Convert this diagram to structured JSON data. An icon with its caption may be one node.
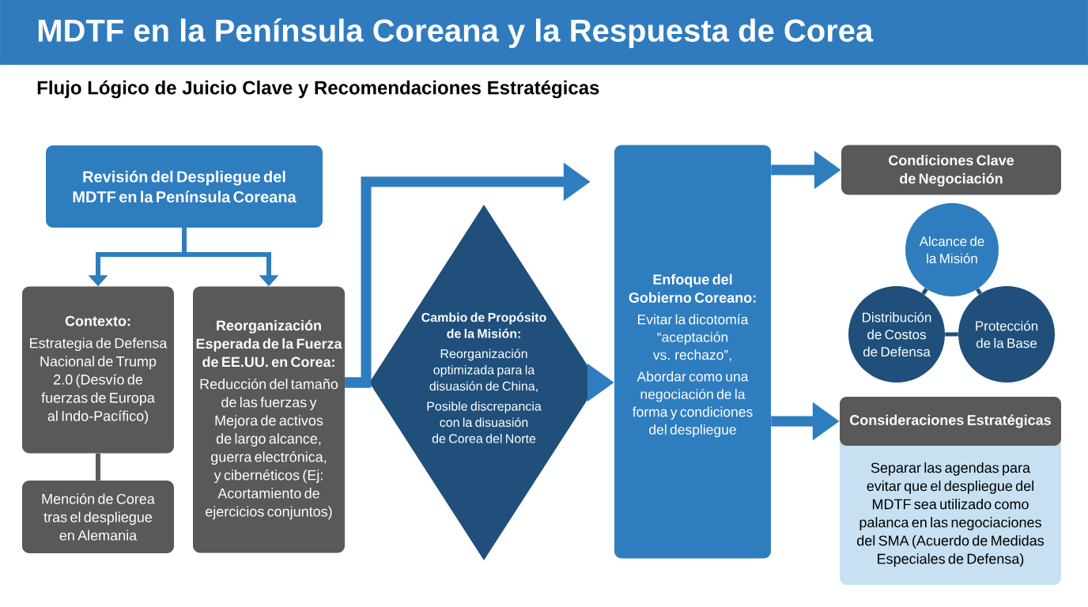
{
  "diagram": {
    "title": "MDTF en la Península Coreana y la Respuesta de Corea",
    "nodes": [
      {
        "text": [
          "Revisión del Despliegue del MDTF en la Península Coreana"
        ]
      },
      {
        "text": [
          "Contexto:",
          "Estrategia de Defensa Nacional de Trump 2.0 (Desvío de fuerzas de Europa al Indo-Pacífico)"
        ]
      },
      {
        "text": [
          "Mención de Corea tras el despliegue en Alemania"
        ]
      },
      {
        "text": [
          "Reorganización Esperada de la Fuerza de EE.UU. en Corea:",
          "Reducción del tamaño de las fuerzas y Mejora de activos de largo alcance, guerra electrónica, y cibernéticos (Ej: Acortamiento de ejercicios conjuntos)"
        ]
      },
      {
        "text": [
          "Cambio de Propósito de la Misión:",
          "Reorganización optimizada para la disuasión de China,",
          "Posible discrepancia con la disuasión de Corea del Norte"
        ]
      },
      {
        "text": [
          "Enfoque del Gobierno Coreano:",
          "Evitar la dicotomía “aceptación vs. rechazo”,",
          "Abordar como una negociación de la forma y condiciones del despliegue"
        ]
      },
      {
        "text": [
          "Condiciones Clave de Negociación"
        ]
      },
      {
        "text": [
          "Alcance de la Misión"
        ]
      },
      {
        "text": [
          "Distribución de Costos de Defensa"
        ]
      },
      {
        "text": [
          "Protección de la Base"
        ]
      },
      {
        "text": [
          "Consideraciones Estratégicas",
          "Separar las agendas para evitar que el despliegue del MDTF sea utilizado como palanca en las negociaciones del SMA (Acuerdo de Medidas Especiales de Defensa)"
        ]
      }
    ],
    "edges": [
      {
        "from": 0,
        "to": 1,
        "arrow": "to"
      },
      {
        "from": 0,
        "to": 3,
        "arrow": "to"
      },
      {
        "from": 1,
        "to": 2,
        "arrow": "none",
        "color": "#595959"
      },
      {
        "from": 3,
        "to": 5,
        "arrow": "to",
        "style": "thick"
      },
      {
        "from": 3,
        "to": 4,
        "arrow": "none",
        "style": "thick"
      },
      {
        "from": 4,
        "to": 5,
        "arrow": "to",
        "style": "thick"
      },
      {
        "from": 5,
        "to": 6,
        "arrow": "to",
        "style": "thick"
      },
      {
        "from": 5,
        "to": 10,
        "arrow": "to",
        "style": "thick"
      },
      {
        "from": 7,
        "to": 8,
        "arrow": "none",
        "color": "#1f4f7a"
      },
      {
        "from": 7,
        "to": 9,
        "arrow": "none",
        "color": "#1f4f7a"
      },
      {
        "from": 8,
        "to": 9,
        "arrow": "none",
        "color": "#1f4f7a"
      }
    ],
    "labels": [
      "Flujo Lógico de Juicio Clave y Recomendaciones Estratégicas"
    ]
  }
}
